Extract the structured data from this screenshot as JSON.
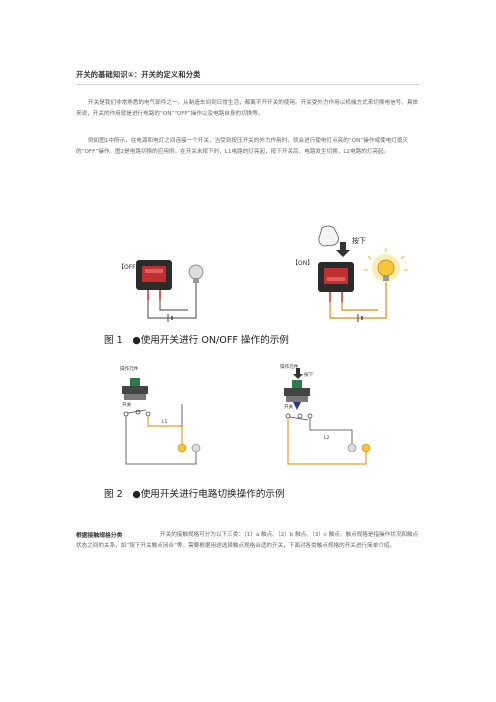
{
  "document": {
    "title": "开关的基础知识①：开关的定义和分类",
    "paragraphs": [
      "开关是我们非常熟悉的电气部件之一，从制造车间到日常生活，都离不开开关的使用。开关受外力作用以机械方式来切换电信号。具体来说，开关的作用就是进行电路的“ON”“OFF”操作以及电路自身的切换等。",
      "例如图1中所示，在电源和电灯之间连接一个开关，当受到按压开关的外力作用时，就会进行使电灯点亮的“ON”操作或使电灯熄灭的“OFF”操作。图2是电路切换的应用例。在开关未按下时，L1电路的灯亮起，按下开关后，电路发生切换，L2电路的灯亮起。"
    ],
    "figure1": {
      "off_label": "【OFF】",
      "on_label": "【ON】",
      "press_label": "按下",
      "caption": "图 1　●使用开关进行 ON/OFF 操作的示例"
    },
    "figure2": {
      "actuator_left": "操作元件",
      "actuator_right": "操作元件",
      "press_label": "按下",
      "switch_left": "开关",
      "switch_right": "开关",
      "l1": "L1",
      "l2": "L2",
      "caption": "图 2　●使用开关进行电路切换操作的示例"
    },
    "section": {
      "heading": "根据接触规格分类",
      "text": "开关的接触规格可分为以下三类：（1）a 触点、（2）b 触点、（3）c 触点。触点规格是指操作状况和触点状态之间的关系，如“按下开关触点闭合”等。需要根据用途选择触点规格合适的开关，下面对各类触点规格的开关进行简单介绍。"
    }
  }
}
